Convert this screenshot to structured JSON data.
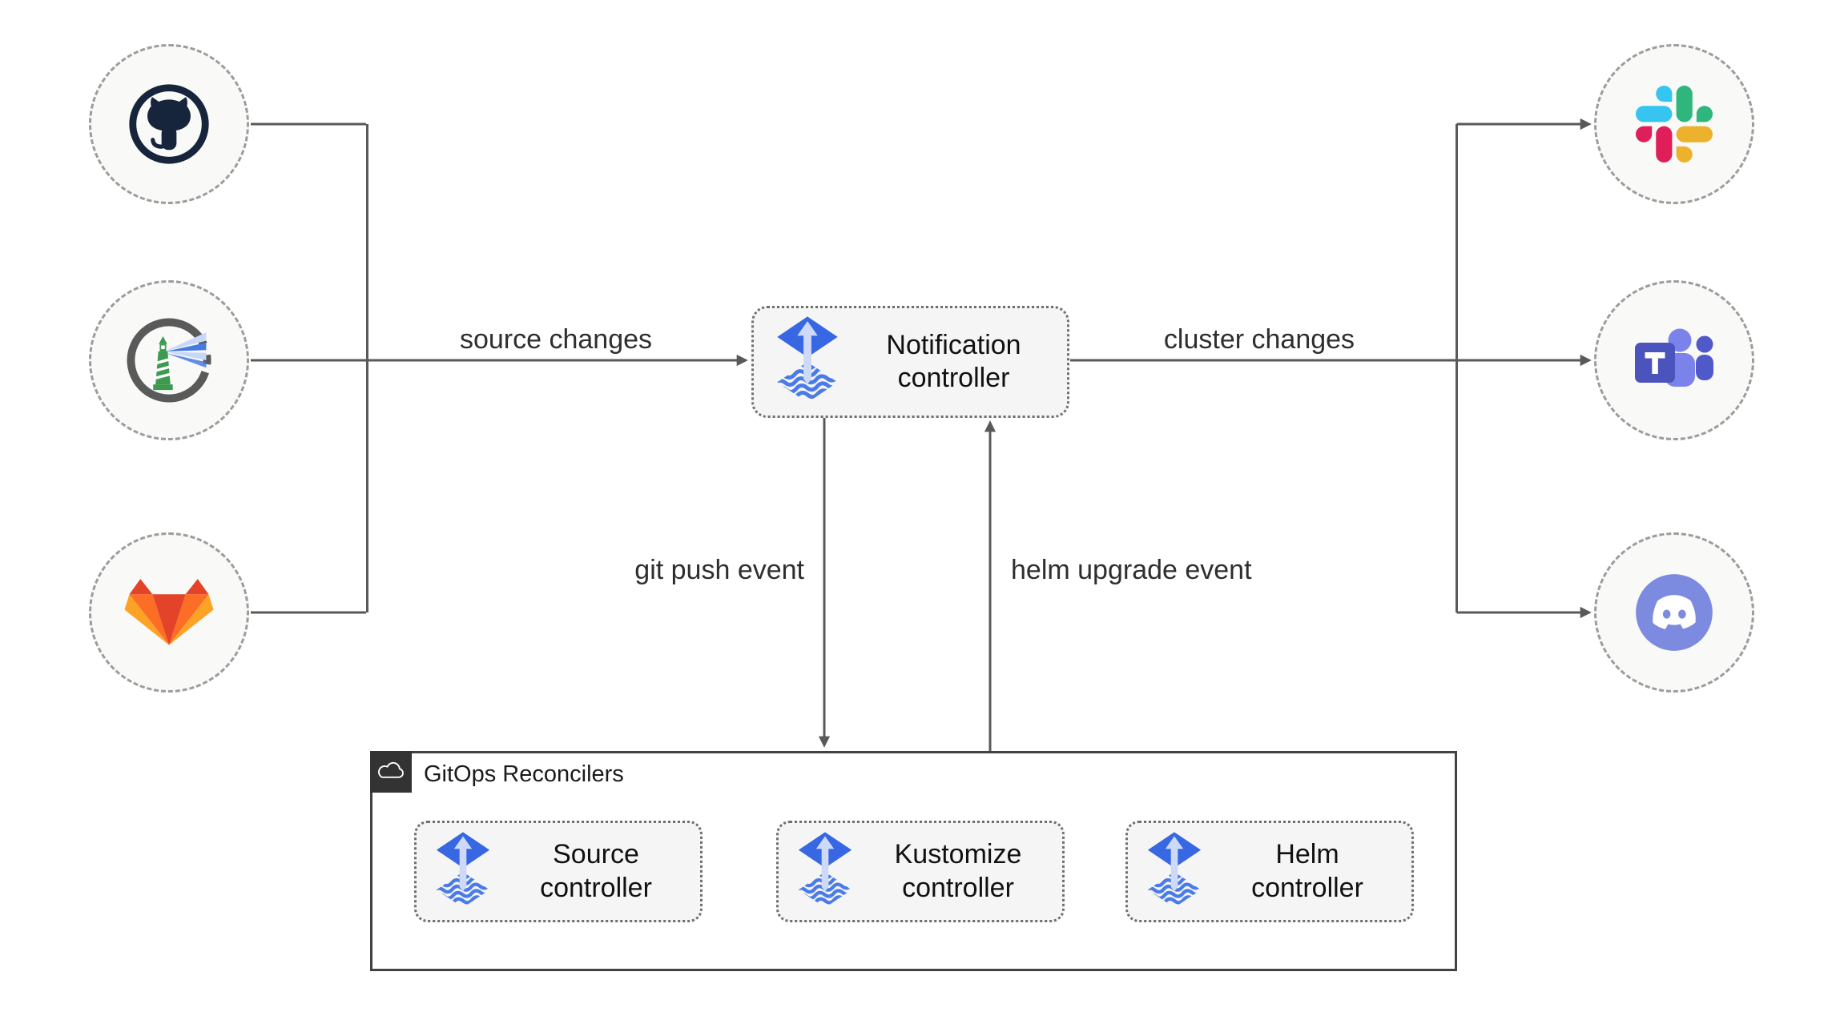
{
  "diagram": {
    "background": "#ffffff",
    "connector_color": "#595959",
    "label_color": "#2e2e2e"
  },
  "sources": [
    {
      "name": "GitHub",
      "icon": "github-icon"
    },
    {
      "name": "Harbor",
      "icon": "harbor-icon"
    },
    {
      "name": "GitLab",
      "icon": "gitlab-icon"
    }
  ],
  "targets": [
    {
      "name": "Slack",
      "icon": "slack-icon"
    },
    {
      "name": "Microsoft Teams",
      "icon": "microsoft-teams-icon"
    },
    {
      "name": "Discord",
      "icon": "discord-icon"
    }
  ],
  "notification_controller": {
    "label": "Notification controller",
    "icon": "flux-icon"
  },
  "edge_labels": {
    "source_changes": "source changes",
    "cluster_changes": "cluster changes",
    "git_push_event": "git push event",
    "helm_upgrade_event": "helm upgrade event"
  },
  "gitops_reconcilers": {
    "title": "GitOps Reconcilers",
    "icon": "cloud-icon",
    "controllers": [
      {
        "label": "Source controller",
        "icon": "flux-icon"
      },
      {
        "label": "Kustomize controller",
        "icon": "flux-icon"
      },
      {
        "label": "Helm controller",
        "icon": "flux-icon"
      }
    ]
  },
  "brand_colors": {
    "flux_blue": "#3767e3",
    "flux_arrow_light": "#cdd9f6",
    "flux_wave_blue": "#4a7be8",
    "github_dark": "#16243c",
    "gitlab_red": "#e24329",
    "gitlab_orange": "#fc6d26",
    "gitlab_amber": "#fca326",
    "slack_blue": "#36c5f0",
    "slack_green": "#2eb67d",
    "slack_red": "#e01e5a",
    "slack_yellow": "#ecb22e",
    "teams_purple": "#4b53bc",
    "teams_purple_light": "#7b83eb",
    "teams_purple_mid": "#5059c9",
    "discord_blurple": "#7c8be0",
    "harbor_gray": "#5a5a5a",
    "harbor_green": "#3d9a50"
  }
}
